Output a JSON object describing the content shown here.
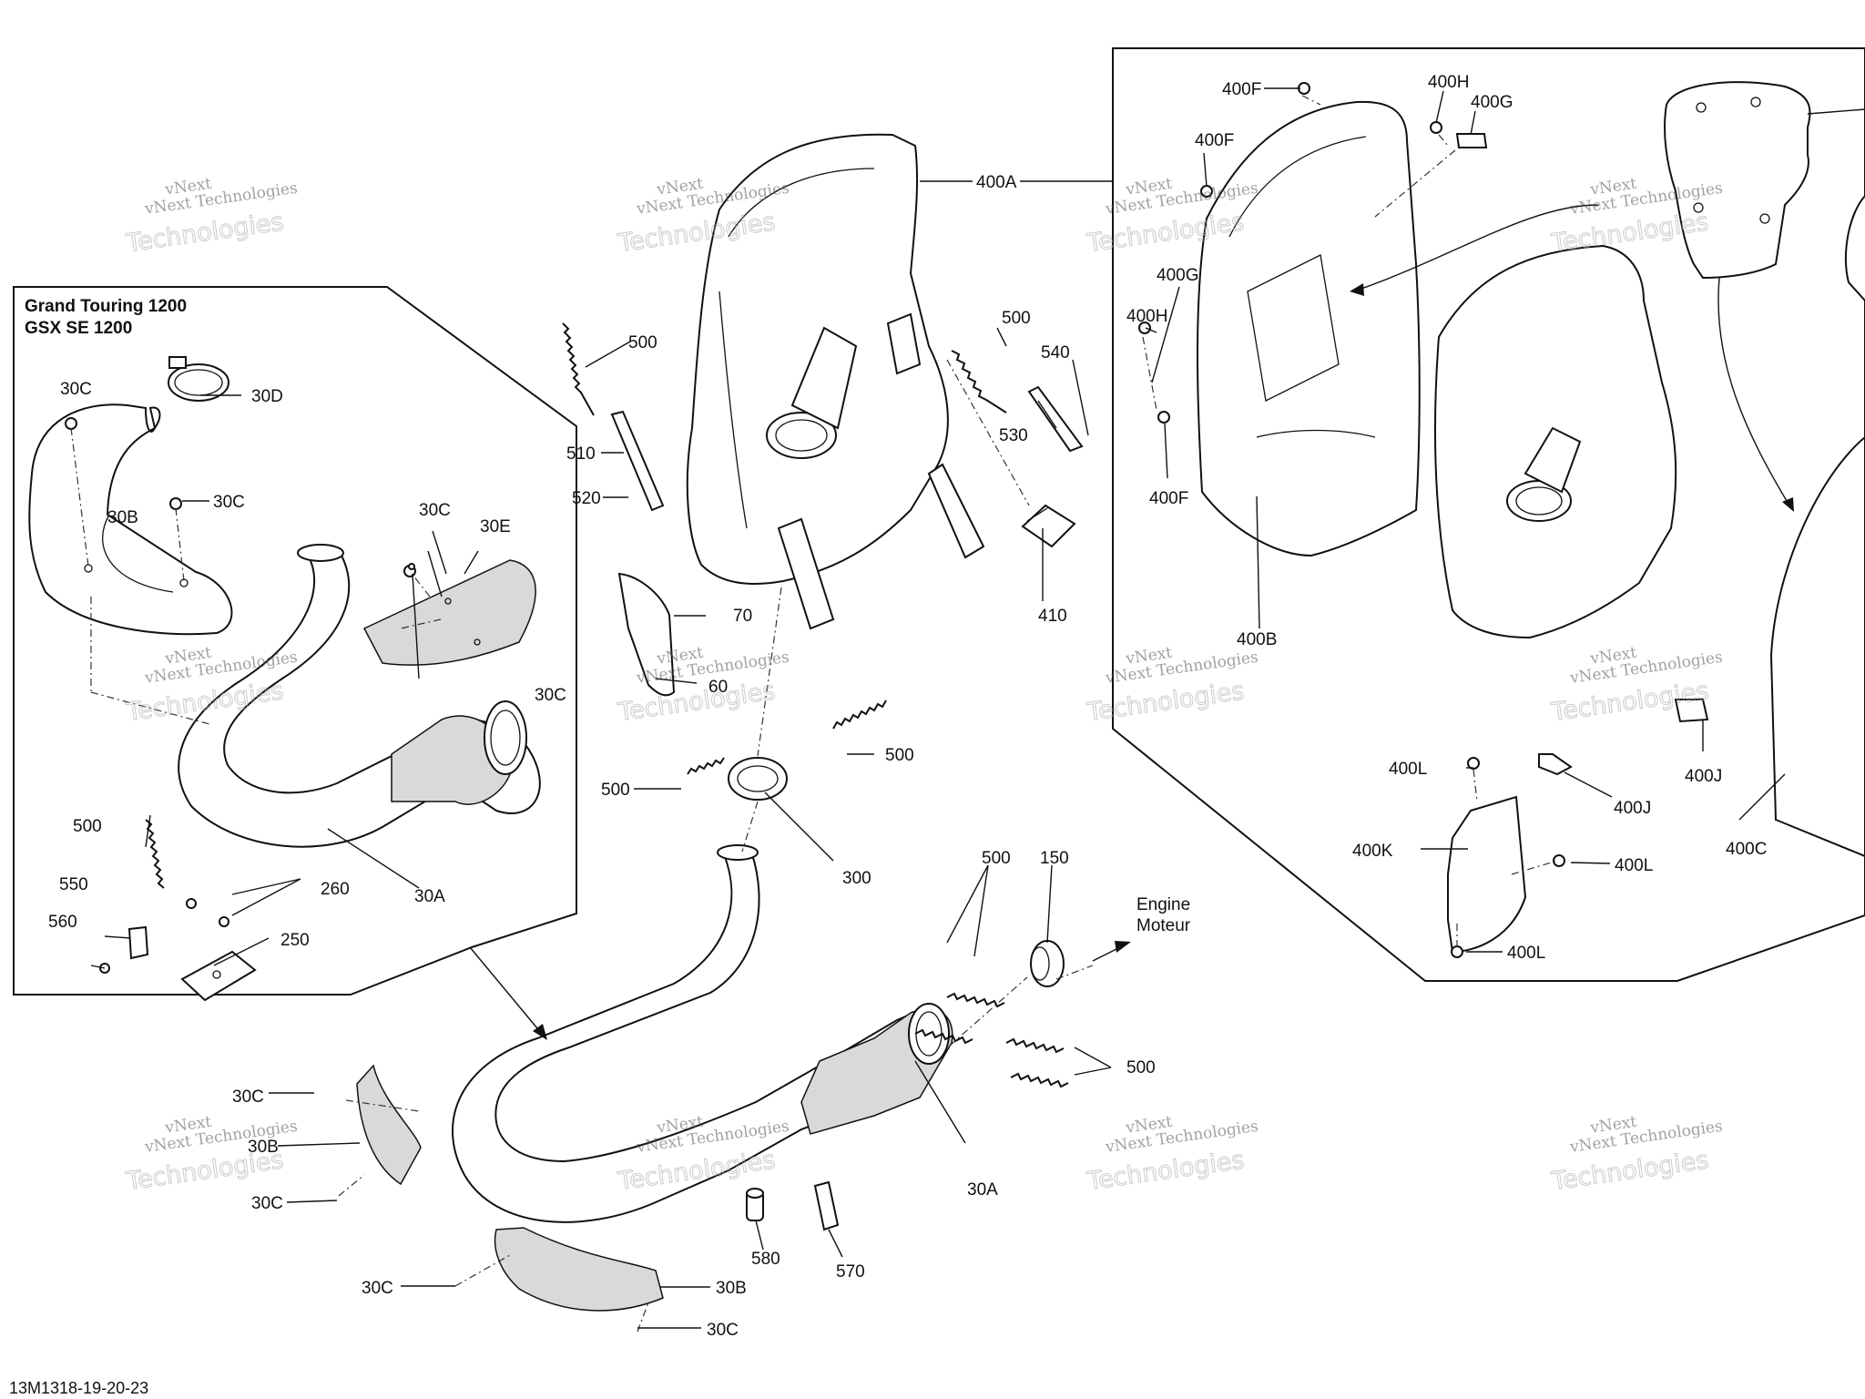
{
  "diagram_code": "13M1318-19-20-23",
  "inset_title_lines": [
    "Grand Touring 1200",
    "GSX SE 1200"
  ],
  "engine_note_lines": [
    "Engine",
    "Moteur"
  ],
  "watermark": {
    "line1": "vNext Technologies",
    "line2": "Technologies",
    "line3": "vNext"
  },
  "labels": {
    "l_400A": "400A",
    "l_400B": "400B",
    "l_400C": "400C",
    "l_400F_a": "400F",
    "l_400F_b": "400F",
    "l_400F_c": "400F",
    "l_400G_a": "400G",
    "l_400G_b": "400G",
    "l_400H_a": "400H",
    "l_400H_b": "400H",
    "l_400J_a": "400J",
    "l_400J_b": "400J",
    "l_400K": "400K",
    "l_400L_a": "400L",
    "l_400L_b": "400L",
    "l_400L_c": "400L",
    "l_410": "410",
    "l_500_a": "500",
    "l_500_b": "500",
    "l_500_c": "500",
    "l_500_d": "500",
    "l_500_e": "500",
    "l_500_f": "500",
    "l_500_g": "500",
    "l_510": "510",
    "l_520": "520",
    "l_530": "530",
    "l_540": "540",
    "l_550": "550",
    "l_560": "560",
    "l_570": "570",
    "l_580": "580",
    "l_60": "60",
    "l_70": "70",
    "l_150": "150",
    "l_250": "250",
    "l_260": "260",
    "l_300": "300",
    "l_30A_a": "30A",
    "l_30A_b": "30A",
    "l_30B_a": "30B",
    "l_30B_b": "30B",
    "l_30B_c": "30B",
    "l_30C_a": "30C",
    "l_30C_b": "30C",
    "l_30C_c": "30C",
    "l_30C_d": "30C",
    "l_30C_e": "30C",
    "l_30C_f": "30C",
    "l_30C_g": "30C",
    "l_30D": "30D",
    "l_30E": "30E"
  }
}
